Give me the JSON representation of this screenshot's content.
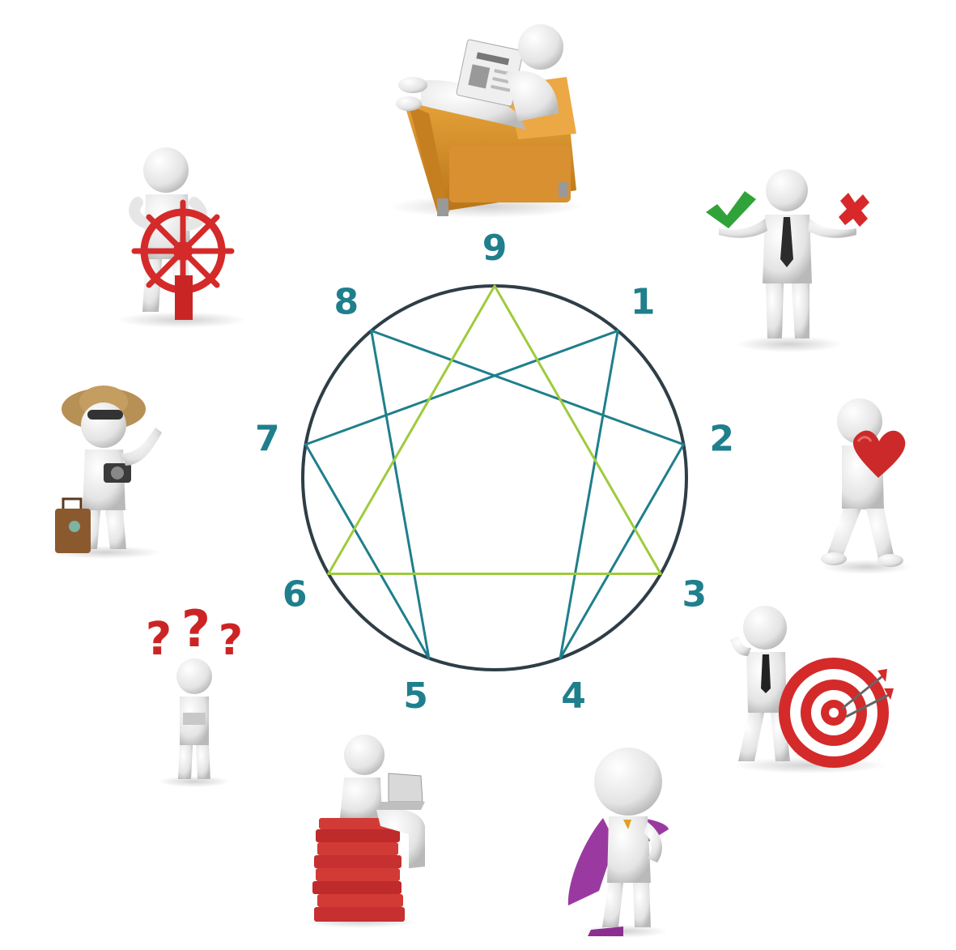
{
  "diagram": {
    "points": [
      {
        "label": "9",
        "figure": "figure-reading-newspaper-in-armchair"
      },
      {
        "label": "1",
        "figure": "figure-with-check-and-cross"
      },
      {
        "label": "2",
        "figure": "figure-holding-heart"
      },
      {
        "label": "3",
        "figure": "figure-with-target"
      },
      {
        "label": "4",
        "figure": "figure-with-purple-cape"
      },
      {
        "label": "5",
        "figure": "figure-on-books-with-laptop"
      },
      {
        "label": "6",
        "figure": "figure-with-question-marks"
      },
      {
        "label": "7",
        "figure": "figure-tourist-with-suitcase"
      },
      {
        "label": "8",
        "figure": "figure-at-ship-wheel"
      }
    ],
    "colors": {
      "circle": "#2e3e47",
      "hexad": "#1f7f8c",
      "triangle": "#9ecb3c",
      "labels": "#1f7f8c"
    }
  }
}
